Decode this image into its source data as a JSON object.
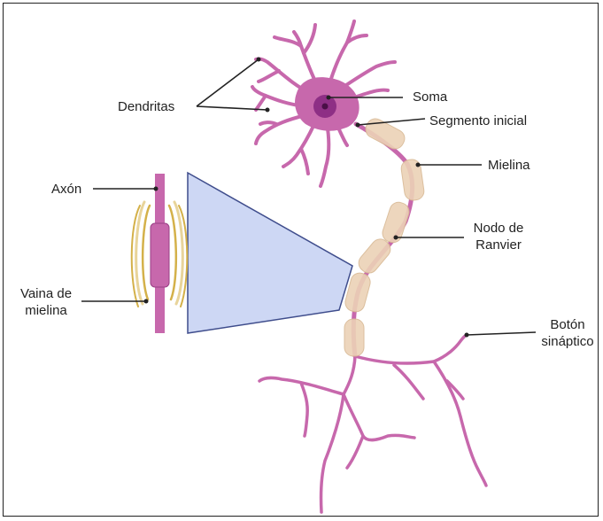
{
  "labels": {
    "dendrites": "Dendritas",
    "soma": "Soma",
    "initial_segment": "Segmento inicial",
    "myelin": "Mielina",
    "node_line1": "Nodo de",
    "node_line2": "Ranvier",
    "axon": "Axón",
    "sheath_line1": "Vaina de",
    "sheath_line2": "mielina",
    "bouton_line1": "Botón",
    "bouton_line2": "sináptico"
  },
  "colors": {
    "neuron": "#c768ac",
    "neuron_dark": "#9a3f86",
    "nucleus": "#8e2f85",
    "nucleolus": "#4a0f47",
    "myelin": "#ecd2b6",
    "myelin_edge": "#d8b994",
    "sheath_gold": "#d4b14a",
    "zoom_fill": "#cdd7f4",
    "zoom_edge": "#3f4d8c",
    "leader": "#222222"
  }
}
